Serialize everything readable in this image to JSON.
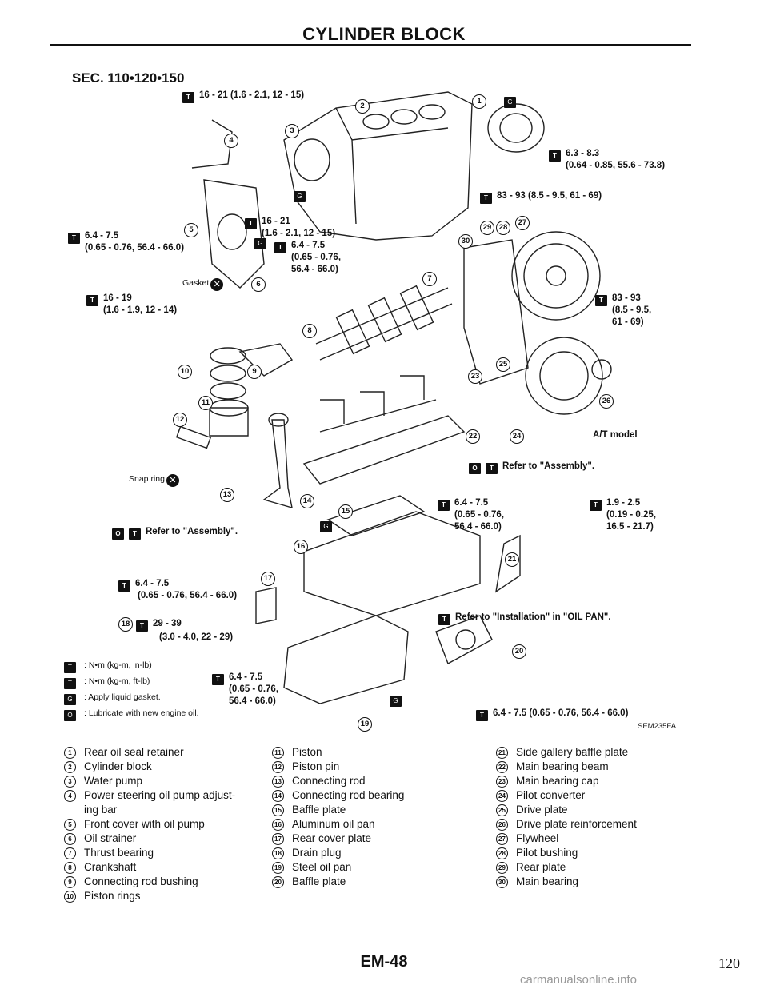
{
  "header": {
    "title": "CYLINDER BLOCK"
  },
  "section_code": "SEC. 110•120•150",
  "icons": {
    "torque_in_lb": "torque-wrench-in-lb-icon",
    "torque_ft_lb": "torque-wrench-ft-lb-icon",
    "liquid_gasket": "liquid-gasket-icon",
    "lubricate": "oil-can-icon",
    "replace": "replace-part-x-icon"
  },
  "callouts": {
    "c1": "16 - 21 (1.6 - 2.1, 12 - 15)",
    "c2": "6.3 - 8.3",
    "c2b": "(0.64 - 0.85, 55.6 - 73.8)",
    "c3": "83 - 93 (8.5 - 9.5, 61 - 69)",
    "c4a": "16 - 21",
    "c4b": "(1.6 - 2.1, 12 - 15)",
    "c5a": "6.4 - 7.5",
    "c5b": "(0.65 - 0.76, 56.4 - 66.0)",
    "c6a": "6.4 - 7.5",
    "c6b": "(0.65 - 0.76,",
    "c6c": "56.4 - 66.0)",
    "gasket": "Gasket",
    "c7a": "16 - 19",
    "c7b": "(1.6 - 1.9, 12 - 14)",
    "c8a": "83 - 93",
    "c8b": "(8.5 - 9.5,",
    "c8c": "61 - 69)",
    "at_model": "A/T model",
    "snap_ring": "Snap ring",
    "refer_assembly": "Refer to \"Assembly\".",
    "refer_assembly2": "Refer to \"Assembly\".",
    "c9a": "6.4 - 7.5",
    "c9b": "(0.65 - 0.76,",
    "c9c": "56.4 - 66.0)",
    "c10a": "1.9 - 2.5",
    "c10b": "(0.19 - 0.25,",
    "c10c": "16.5 - 21.7)",
    "c11a": "6.4 - 7.5",
    "c11b": "(0.65 - 0.76, 56.4 - 66.0)",
    "refer_oil_pan": "Refer to \"Installation\" in \"OIL PAN\".",
    "c12a": "29 - 39",
    "c12b": "(3.0 - 4.0, 22 - 29)",
    "c13a": "6.4 - 7.5",
    "c13b": "(0.65 - 0.76,",
    "c13c": "56.4 - 66.0)",
    "c14": "6.4 - 7.5 (0.65 - 0.76, 56.4 - 66.0)",
    "fig_code": "SEM235FA"
  },
  "legend": [
    {
      "icon": "in-lb",
      "text": ": N•m (kg-m, in-lb)"
    },
    {
      "icon": "ft-lb",
      "text": ": N•m (kg-m, ft-lb)"
    },
    {
      "icon": "gasket",
      "text": ": Apply liquid gasket."
    },
    {
      "icon": "oil",
      "text": ": Lubricate with new engine oil."
    }
  ],
  "parts_col1": [
    {
      "n": "1",
      "name": "Rear oil seal retainer"
    },
    {
      "n": "2",
      "name": "Cylinder block"
    },
    {
      "n": "3",
      "name": "Water pump"
    },
    {
      "n": "4",
      "name": "Power steering oil pump adjust-\ning bar"
    },
    {
      "n": "5",
      "name": "Front cover with oil pump"
    },
    {
      "n": "6",
      "name": "Oil strainer"
    },
    {
      "n": "7",
      "name": "Thrust bearing"
    },
    {
      "n": "8",
      "name": "Crankshaft"
    },
    {
      "n": "9",
      "name": "Connecting rod bushing"
    },
    {
      "n": "10",
      "name": "Piston rings"
    }
  ],
  "parts_col2": [
    {
      "n": "11",
      "name": "Piston"
    },
    {
      "n": "12",
      "name": "Piston pin"
    },
    {
      "n": "13",
      "name": "Connecting rod"
    },
    {
      "n": "14",
      "name": "Connecting rod bearing"
    },
    {
      "n": "15",
      "name": "Baffle plate"
    },
    {
      "n": "16",
      "name": "Aluminum oil pan"
    },
    {
      "n": "17",
      "name": "Rear cover plate"
    },
    {
      "n": "18",
      "name": "Drain plug"
    },
    {
      "n": "19",
      "name": "Steel oil pan"
    },
    {
      "n": "20",
      "name": "Baffle plate"
    }
  ],
  "parts_col3": [
    {
      "n": "21",
      "name": "Side gallery baffle plate"
    },
    {
      "n": "22",
      "name": "Main bearing beam"
    },
    {
      "n": "23",
      "name": "Main bearing cap"
    },
    {
      "n": "24",
      "name": "Pilot converter"
    },
    {
      "n": "25",
      "name": "Drive plate"
    },
    {
      "n": "26",
      "name": "Drive plate reinforcement"
    },
    {
      "n": "27",
      "name": "Flywheel"
    },
    {
      "n": "28",
      "name": "Pilot bushing"
    },
    {
      "n": "29",
      "name": "Rear plate"
    },
    {
      "n": "30",
      "name": "Main bearing"
    }
  ],
  "footer": {
    "code": "EM-48",
    "page": "120"
  },
  "watermark": "carmanualsonline.info"
}
